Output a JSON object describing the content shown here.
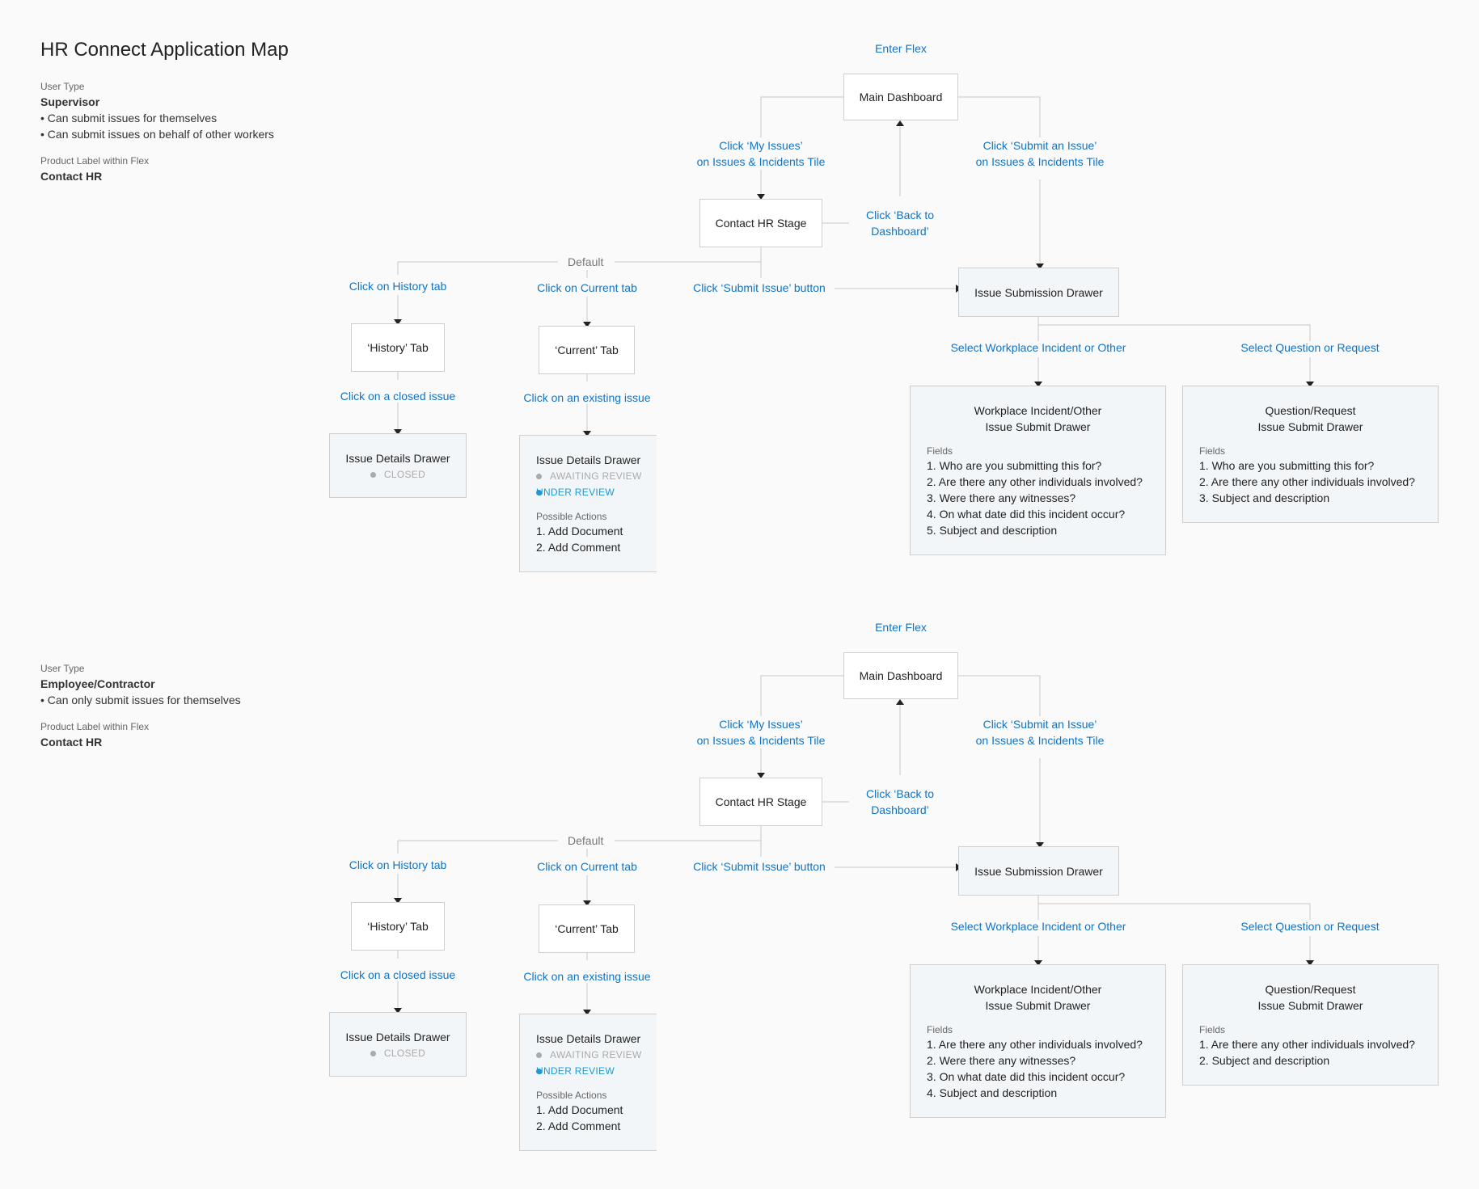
{
  "title": "HR Connect Application Map",
  "labels": {
    "user_type": "User Type",
    "product_label": "Product Label within Flex",
    "fields": "Fields",
    "possible_actions": "Possible Actions"
  },
  "nodes": {
    "enter_flex": "Enter Flex",
    "main_dashboard": "Main Dashboard",
    "click_my_issues_1": "Click ‘My Issues’",
    "click_my_issues_2": "on Issues & Incidents Tile",
    "click_submit_issue_1": "Click ‘Submit an Issue’",
    "click_submit_issue_2": "on Issues & Incidents Tile",
    "contact_hr_stage": "Contact HR Stage",
    "back_to_dashboard_1": "Click ‘Back to",
    "back_to_dashboard_2": "Dashboard’",
    "default": "Default",
    "click_history_tab": "Click on History tab",
    "click_current_tab": "Click on Current tab",
    "click_submit_issue_button": "Click ‘Submit Issue’ button",
    "issue_submission_drawer": "Issue Submission Drawer",
    "history_tab": "‘History’ Tab",
    "current_tab": "‘Current’ Tab",
    "click_closed_issue": "Click on a closed issue",
    "click_existing_issue": "Click on an existing issue",
    "issue_details_drawer": "Issue Details Drawer",
    "closed": "CLOSED",
    "awaiting_review": "AWAITING REVIEW",
    "under_review": "UNDER REVIEW",
    "select_workplace": "Select Workplace Incident or Other",
    "select_question": "Select Question or Request",
    "workplace_title_1": "Workplace Incident/Other",
    "workplace_title_2": "Issue Submit Drawer",
    "question_title_1": "Question/Request",
    "question_title_2": "Issue Submit Drawer"
  },
  "actions": [
    "1. Add Document",
    "2. Add Comment"
  ],
  "sections": [
    {
      "user_type_value": "Supervisor",
      "bullets": [
        "• Can submit issues for themselves",
        "• Can submit issues on behalf of other workers"
      ],
      "product_label_value": "Contact HR",
      "workplace_fields": [
        "1. Who are you submitting this for?",
        "2. Are there any other individuals involved?",
        "3. Were there any witnesses?",
        "4. On what date did this incident occur?",
        "5. Subject and description"
      ],
      "question_fields": [
        "1. Who are you submitting this for?",
        "2. Are there any other individuals involved?",
        "3. Subject and description"
      ]
    },
    {
      "user_type_value": "Employee/Contractor",
      "bullets": [
        "• Can only submit issues for themselves"
      ],
      "product_label_value": "Contact HR",
      "workplace_fields": [
        "1. Are there any other individuals involved?",
        "2. Were there any witnesses?",
        "3. On what date did this incident occur?",
        "4. Subject and description"
      ],
      "question_fields": [
        "1. Are there any other individuals involved?",
        "2. Subject and description"
      ]
    }
  ]
}
